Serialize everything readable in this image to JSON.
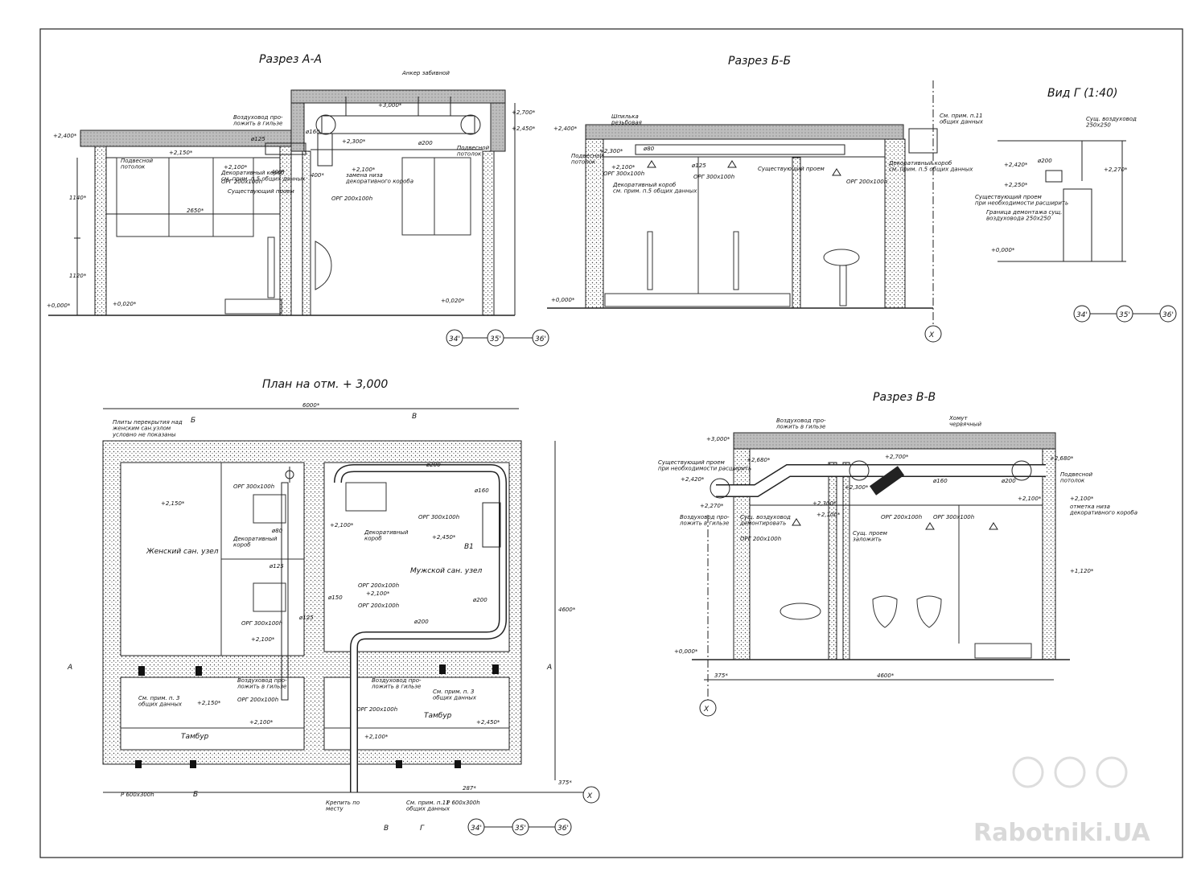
{
  "titles": {
    "sec_aa": "Разрез А-А",
    "sec_bb": "Разрез Б-Б",
    "view_g": "Вид Г  (1:40)",
    "plan": "План на отм. + 3,000",
    "sec_vv": "Разрез В-В"
  },
  "sec_aa": {
    "anchor": "Анкер забивной",
    "duct_note": "Воздуховод про-\nложить в гильзе",
    "ceiling": "Подвесной\nпотолок",
    "dec_box": "Декоративный короб\nсм. прим. п.5 общих данных",
    "grille1": "ОРГ 200х100h",
    "existing": "Существующий проем",
    "grille2": "ОРГ 200х100h",
    "joint": "замена низа\nдекоративного короба",
    "ceiling_r": "Подвесной\nпотолок",
    "lv_2400": "+2,400*",
    "lv_2150": "+2,150*",
    "lv_2100": "+2,100*",
    "lv_2300": "+2,300*",
    "lv_2100b": "+2,100*",
    "lv_3000": "+3,000*",
    "lv_2700": "+2,700*",
    "lv_2450": "+2,450*",
    "lv_0000": "+0,000*",
    "lv_0020": "+0,020*",
    "lv_0020r": "+0,020*",
    "d125": "ø125",
    "d160": "ø160",
    "d200": "ø200",
    "dim_2650": "2650*",
    "dim_1140": "1140*",
    "dim_1120": "1120*",
    "dim_400": "400*",
    "dim_400b": "400*",
    "axes": [
      "34'",
      "35'",
      "36'"
    ]
  },
  "sec_bb": {
    "ceiling": "Подвесной\nпотолок",
    "stud": "Шпилька\nрезьбовая",
    "grille": "ОРГ 300х100h",
    "d80": "ø80",
    "d125": "ø125",
    "grille2": "ОРГ 300х100h",
    "dec_box": "Декоративный короб\nсм. прим. п.5 общих данных",
    "existing": "Существующий проем",
    "dec_box_r": "Декоративный короб\nсм. прим. п.5 общих данных",
    "grille3": "ОРГ 200х100h",
    "note": "См. прим. п.11\nобщих данных",
    "lv_2400": "+2,400*",
    "lv_2300": "+2,300*",
    "lv_2100": "+2,100*",
    "lv_0000": "+0,000*",
    "axis": "X"
  },
  "view_g": {
    "duct": "Сущ. воздуховод\n250х250",
    "lv_2420": "+2,420*",
    "lv_2250": "+2,250*",
    "lv_2270": "+2,270*",
    "lv_0000": "+0,000*",
    "d200": "ø200",
    "existing": "Существующий проем\nпри необходимости расширить",
    "border": "Граница демонтажа сущ.\nвоздуховода 250х250",
    "axes": [
      "34'",
      "35'",
      "36'"
    ]
  },
  "plan": {
    "dim_6000": "6000*",
    "dim_4600": "4600*",
    "dim_375": "375*",
    "slab": "Плиты перекрытия над\nженским сан.узлом\nусловно не показаны",
    "women": "Женский сан. узел",
    "men": "Мужской сан. узел",
    "tambur_l": "Тамбур",
    "tambur_r": "Тамбур",
    "grille_300": "ОРГ 300х100h",
    "dec_box": "Декоративный\nкороб",
    "dec_box2": "Декоративный\nкороб",
    "d80": "ø80",
    "d125": "ø125",
    "d125b": "ø125",
    "d150": "ø150",
    "d160": "ø160",
    "d200": "ø200",
    "d200b": "ø200",
    "d200c": "ø200",
    "b1": "В1",
    "grille_200_l": "ОРГ 200х100h",
    "grille_200_r": "ОРГ 200х100h",
    "grille_200_a": "ОРГ 200х100h",
    "grille_200_b": "ОРГ 200х100h",
    "grille_300_m": "ОРГ 300х100h",
    "grille_300_w": "ОРГ 300х100h",
    "duct_sleeve_l": "Воздуховод про-\nложить в гильзе",
    "duct_sleeve_r": "Воздуховод про-\nложить в гильзе",
    "note_3_l": "См. прим. п. 3\nобщих данных",
    "note_3_r": "См. прим. п. 3\nобщих данных",
    "note_11": "См. прим. п.11\nобщих данных",
    "mount": "Крепить по\nместу",
    "r_grille_l": "Р 600х300h",
    "r_grille_r": "Р 600х300h",
    "lv_2150": "+2,150*",
    "lv_2150b": "+2,150*",
    "lv_2450": "+2,450*",
    "lv_2450b": "+2,450*",
    "lv_2100": "+2,100*",
    "lv_2100b": "+2,100*",
    "lv_2100c": "+2,100*",
    "lv_2100d": "+2,100*",
    "lv_2100e": "+2,100*",
    "dim_287": "287*",
    "marks": {
      "a_left": "А",
      "a_right": "А",
      "b_top": "Б",
      "b_bottom": "Б",
      "v_top": "В",
      "v_bottom": "В",
      "g": "Г"
    },
    "axes": [
      "34'",
      "35'",
      "36'"
    ],
    "axis_x": "X"
  },
  "sec_vv": {
    "duct_sleeve": "Воздуховод про-\nложить в гильзе",
    "existing": "Существующий проем\nпри необходимости расширить",
    "clamp": "Хомут\nчервячный",
    "lv_3000": "+3,000*",
    "lv_2680": "+2,680*",
    "lv_2680r": "+2,680*",
    "lv_2700": "+2,700*",
    "lv_2420": "+2,420*",
    "lv_2270": "+2,270*",
    "lv_2300": "+2,300*",
    "lv_2300b": "+2,300*",
    "lv_2100": "+2,100*",
    "lv_2100b": "+2,100*",
    "lv_2100c": "+2,100*",
    "lv_1120": "+1,120*",
    "lv_0000": "+0,000*",
    "ceiling": "Подвесной\nпотолок",
    "joint": "отметка низа\nдекоративного короба",
    "duct_sleeve2": "Воздуховод про-\nложить в гильзе",
    "dismantle": "Сущ. воздуховод\nдемонтировать",
    "grille_l": "ОРГ 200х100h",
    "existing_dis": "Сущ. проем\nзаложить",
    "grille_m": "ОРГ 200х100h",
    "grille_r": "ОРГ 300х100h",
    "d160": "ø160",
    "d200": "ø200",
    "dim_4600": "4600*",
    "dim_375": "375*",
    "axis": "X"
  },
  "watermark": "Rabotniki.UA"
}
